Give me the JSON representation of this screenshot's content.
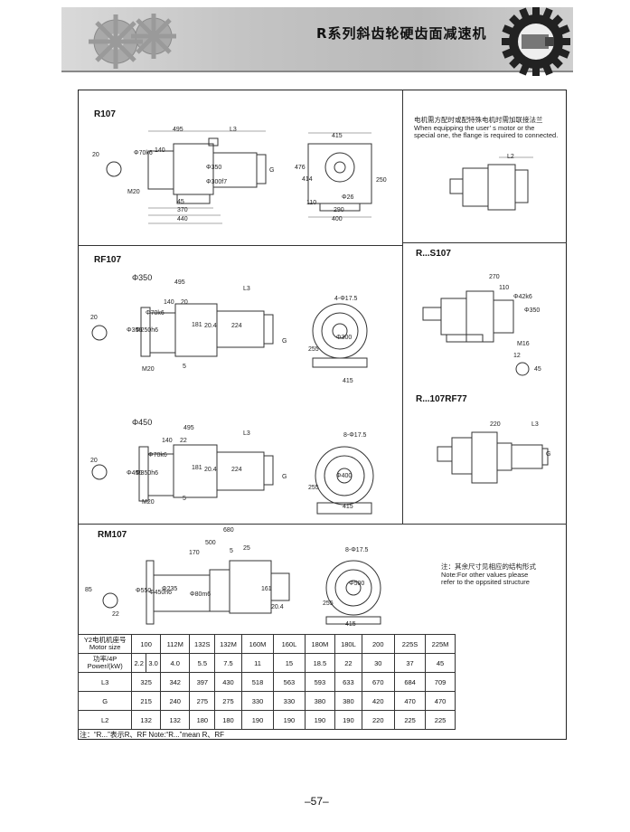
{
  "header": {
    "title": "R系列斜齿轮硬齿面减速机"
  },
  "sections": {
    "r107": {
      "label": "R107",
      "dims": [
        "495",
        "L3",
        "140",
        "20",
        "Φ70k6",
        "Φ350",
        "Φ300f7",
        "G",
        "476",
        "414",
        "415",
        "250",
        "Φ26",
        "110",
        "290",
        "400",
        "M20",
        "45",
        "370",
        "440"
      ]
    },
    "rf107": {
      "label": "RF107",
      "sub350": "Φ350",
      "sub450": "Φ450",
      "dims350": [
        "495",
        "L3",
        "140",
        "20",
        "20",
        "Φ70k6",
        "Φ350",
        "Φ250h6",
        "181",
        "20.4",
        "224",
        "G",
        "4-Φ17.5",
        "Φ300",
        "255",
        "415",
        "M20",
        "5"
      ],
      "dims450": [
        "495",
        "L3",
        "140",
        "22",
        "20",
        "Φ70k6",
        "Φ450",
        "Φ350h6",
        "181",
        "20.4",
        "224",
        "G",
        "8-Φ17.5",
        "Φ400",
        "255",
        "415",
        "M20",
        "5"
      ]
    },
    "rm107": {
      "label": "RM107",
      "dims": [
        "680",
        "500",
        "170",
        "5",
        "25",
        "85",
        "Φ550",
        "Φ450h6",
        "Φ235",
        "Φ80m6",
        "161",
        "20.4",
        "22",
        "8-Φ17.5",
        "Φ500",
        "255",
        "415"
      ]
    },
    "motor_note": {
      "cn": "电机需方配时或配特殊电机时需加联接法兰",
      "en1": "When equipping the user’ s motor or the",
      "en2": "special one, the flange is required to connected."
    },
    "rs107": {
      "label": "R...S107",
      "dims": [
        "270",
        "110",
        "L2",
        "Φ42k6",
        "Φ350",
        "M16",
        "12",
        "45"
      ]
    },
    "r107rf77": {
      "label": "R...107RF77",
      "dims": [
        "220",
        "L3",
        "G"
      ]
    },
    "other_note": {
      "cn": "注：其余尺寸见相应的结构形式",
      "en1": "Note:For other values please",
      "en2": "refer to the oppsited structure"
    }
  },
  "table": {
    "row_headers": [
      [
        "Y2电机机座号",
        "Motor size"
      ],
      [
        "功率/4P",
        "Power/(kW)"
      ],
      [
        "L3"
      ],
      [
        "G"
      ],
      [
        "L2"
      ]
    ],
    "motor_size": [
      "100",
      "112M",
      "132S",
      "132M",
      "160M",
      "160L",
      "180M",
      "180L",
      "200",
      "225S",
      "225M"
    ],
    "power": [
      "2.2",
      "3.0",
      "4.0",
      "5.5",
      "7.5",
      "11",
      "15",
      "18.5",
      "22",
      "30",
      "37",
      "45"
    ],
    "L3": [
      "325",
      "342",
      "397",
      "430",
      "518",
      "563",
      "593",
      "633",
      "670",
      "684",
      "709"
    ],
    "G": [
      "215",
      "240",
      "275",
      "275",
      "330",
      "330",
      "380",
      "380",
      "420",
      "470",
      "470"
    ],
    "L2": [
      "132",
      "132",
      "180",
      "180",
      "190",
      "190",
      "190",
      "190",
      "220",
      "225",
      "225"
    ]
  },
  "footnote": "注：“R...”表示R、RF      Note:“R...”mean R、RF",
  "page_number": "–57–"
}
